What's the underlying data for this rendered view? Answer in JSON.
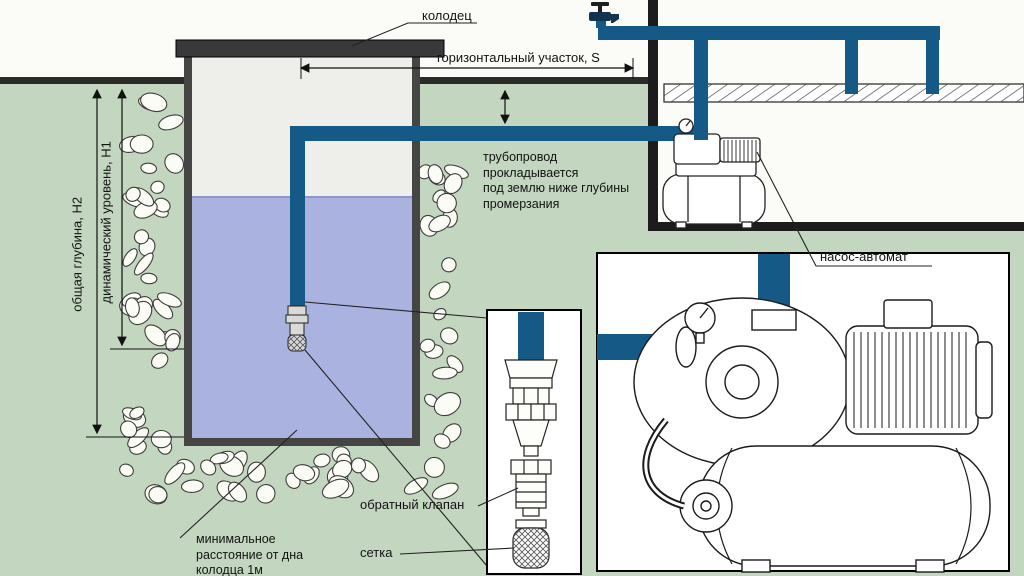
{
  "colors": {
    "background": "#c3d6c0",
    "sky": "#fbfbf8",
    "water": "#aab3e0",
    "pipe": "#155a86",
    "ink": "#131313"
  },
  "labels": {
    "well": "колодец",
    "horizontal_section": "горизонтальный участок, S",
    "pipeline_note": "трубопровод\nпрокладывается\nпод землю ниже глубины\nпромерзания",
    "total_depth": "общая глубина, Н2",
    "dynamic_level": "динамический уровень, Н1",
    "pump_station": "насос-автомат",
    "check_valve": "обратный клапан",
    "strainer": "сетка",
    "min_distance": "минимальное\nрасстояние от дна\nколодца 1м"
  }
}
